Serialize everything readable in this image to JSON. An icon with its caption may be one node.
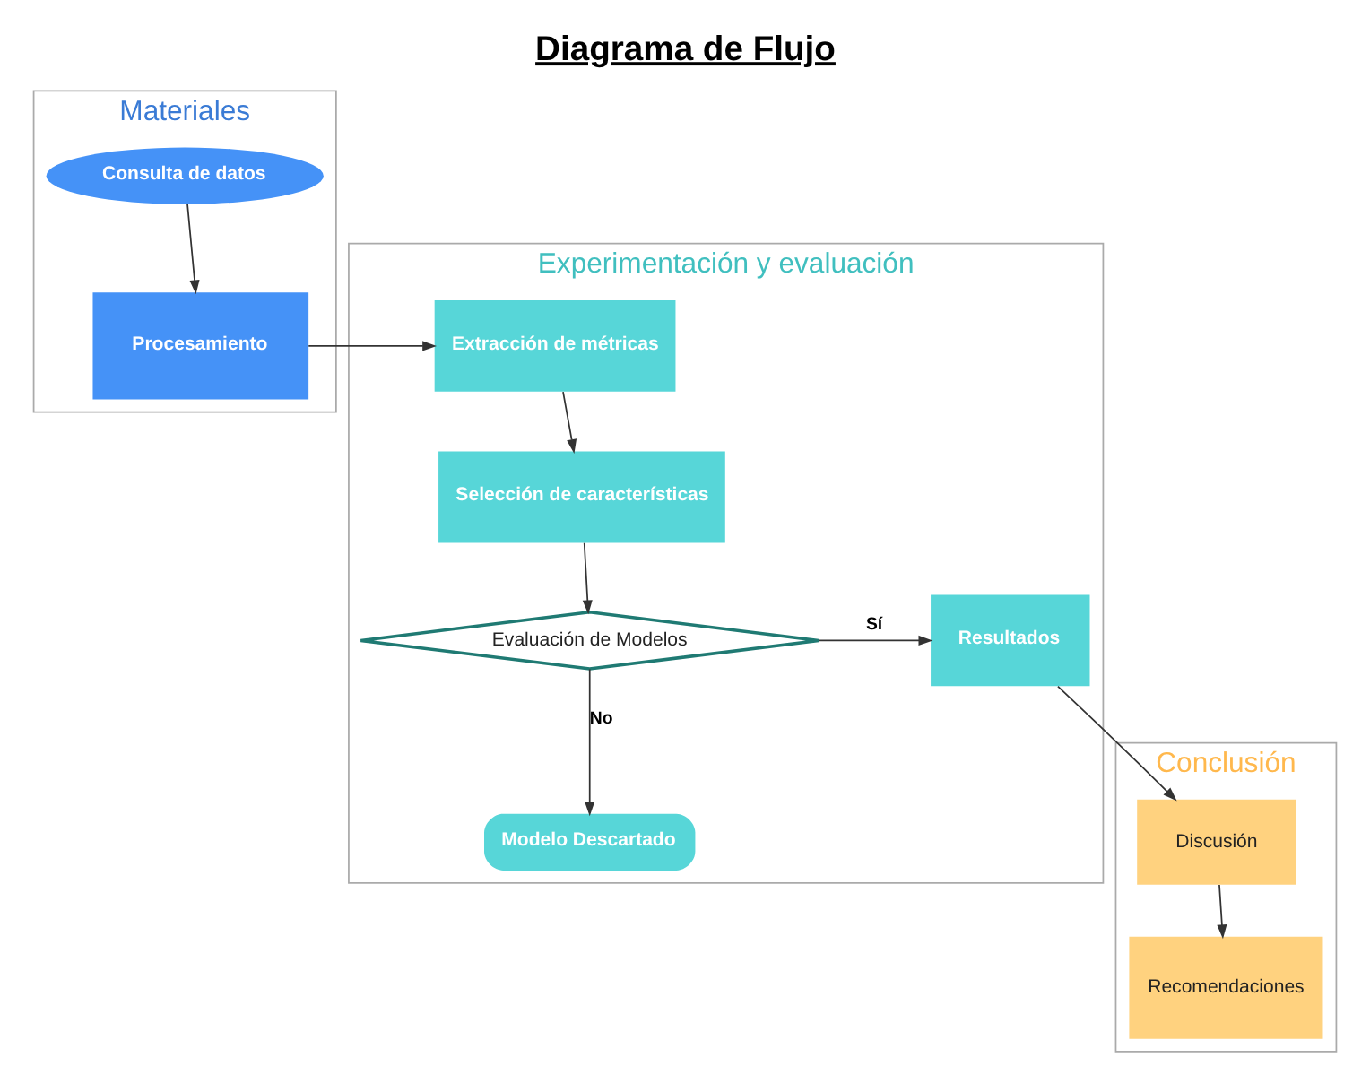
{
  "diagram": {
    "title": "Diagrama de Flujo",
    "nodes": [
      {
        "text": [
          "Materiales"
        ]
      },
      {
        "text": [
          "Experimentación y evaluación"
        ]
      },
      {
        "text": [
          "Conclusión"
        ]
      },
      {
        "text": [
          "Consulta de datos"
        ],
        "in": 0
      },
      {
        "text": [
          "Procesamiento"
        ],
        "in": 0
      },
      {
        "text": [
          "Extracción de métricas"
        ],
        "in": 1
      },
      {
        "text": [
          "Selección de características"
        ],
        "in": 1
      },
      {
        "text": [
          "Evaluación de Modelos"
        ],
        "in": 1
      },
      {
        "text": [
          "Resultados"
        ],
        "in": 1
      },
      {
        "text": [
          "Modelo Descartado"
        ],
        "in": 1
      },
      {
        "text": [
          "Discusión"
        ],
        "in": 2
      },
      {
        "text": [
          "Recomendaciones"
        ],
        "in": 2
      }
    ],
    "edges": [
      {
        "from": 3,
        "to": 4,
        "arrow": "to"
      },
      {
        "from": 4,
        "to": 5,
        "arrow": "to"
      },
      {
        "from": 5,
        "to": 6,
        "arrow": "to"
      },
      {
        "from": 6,
        "to": 7,
        "arrow": "to"
      },
      {
        "from": 7,
        "to": 8,
        "arrow": "to",
        "label": "Sí"
      },
      {
        "from": 7,
        "to": 9,
        "arrow": "to",
        "label": "No"
      },
      {
        "from": 8,
        "to": 10,
        "arrow": "to"
      },
      {
        "from": 10,
        "to": 11,
        "arrow": "to"
      }
    ]
  }
}
